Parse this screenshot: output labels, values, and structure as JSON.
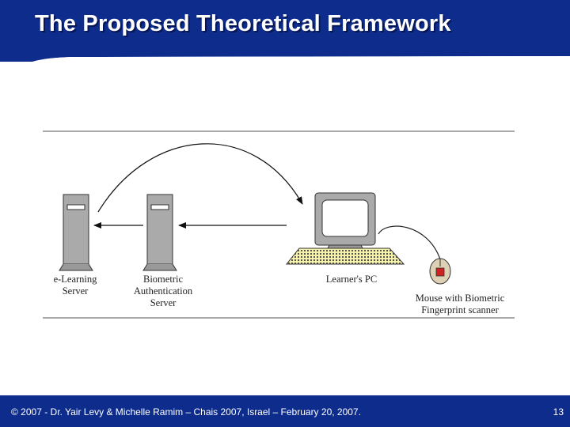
{
  "slide": {
    "title": "The Proposed Theoretical Framework",
    "footer": "© 2007 - Dr. Yair Levy & Michelle Ramim – Chais 2007, Israel – February 20, 2007.",
    "page_number": "13"
  },
  "diagram": {
    "nodes": [
      {
        "id": "elearning-server",
        "label_lines": [
          "e-Learning",
          "Server"
        ]
      },
      {
        "id": "biometric-server",
        "label_lines": [
          "Biometric",
          "Authentication",
          "Server"
        ]
      },
      {
        "id": "learner-pc",
        "label_lines": [
          "Learner's PC"
        ]
      },
      {
        "id": "biometric-mouse",
        "label_lines": [
          "Mouse with Biometric",
          "Fingerprint scanner"
        ]
      }
    ],
    "edges": [
      {
        "from": "learner-pc",
        "to": "biometric-server",
        "style": "solid arrow"
      },
      {
        "from": "biometric-server",
        "to": "elearning-server",
        "style": "solid arrow"
      },
      {
        "from": "elearning-server",
        "to": "learner-pc",
        "style": "curved arrow"
      },
      {
        "from": "biometric-mouse",
        "to": "learner-pc",
        "style": "cable"
      }
    ]
  },
  "colors": {
    "theme_blue": "#0d2c8c",
    "server_gray": "#a9a9a9",
    "mouse_red": "#cc2222"
  }
}
